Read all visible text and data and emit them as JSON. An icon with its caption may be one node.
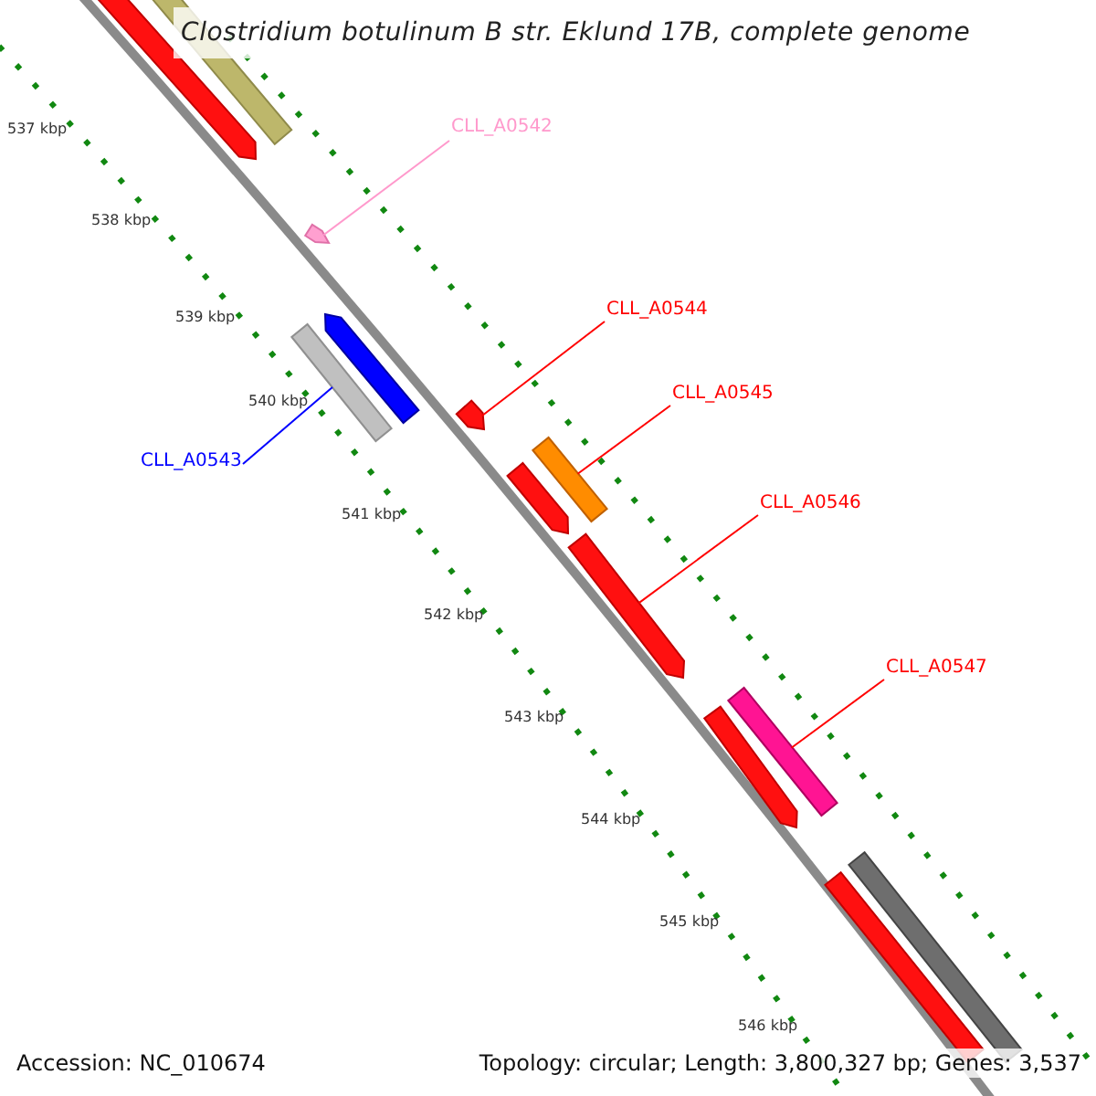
{
  "diagram": {
    "title": "Clostridium botulinum B str. Eklund 17B, complete genome",
    "nodes": [
      {
        "text": [
          "CLL_A0542"
        ]
      },
      {
        "text": [
          "CLL_A0543"
        ]
      },
      {
        "text": [
          "CLL_A0544"
        ]
      },
      {
        "text": [
          "CLL_A0545"
        ]
      },
      {
        "text": [
          "CLL_A0546"
        ]
      },
      {
        "text": [
          "CLL_A0547"
        ]
      },
      {
        "text": [],
        "shape": "arrow"
      },
      {
        "text": [],
        "shape": "bar"
      },
      {
        "text": [],
        "shape": "arrow"
      },
      {
        "text": [],
        "shape": "bar"
      },
      {
        "text": [],
        "shape": "arrow"
      },
      {
        "text": [],
        "shape": "arrow"
      },
      {
        "text": [],
        "shape": "bar"
      },
      {
        "text": [],
        "shape": "arrow"
      },
      {
        "text": [],
        "shape": "arrow"
      },
      {
        "text": [],
        "shape": "bar"
      },
      {
        "text": [],
        "shape": "arrow"
      },
      {
        "text": [],
        "shape": "bar"
      },
      {
        "text": [],
        "shape": "bar"
      }
    ],
    "edges": [
      {
        "from": 0,
        "to": 8,
        "arrow": "none",
        "color": "#ff99cc"
      },
      {
        "from": 1,
        "to": 9,
        "arrow": "none",
        "color": "#0000ff"
      },
      {
        "from": 2,
        "to": 11,
        "arrow": "none"
      },
      {
        "from": 3,
        "to": 12,
        "arrow": "none"
      },
      {
        "from": 4,
        "to": 14,
        "arrow": "none"
      },
      {
        "from": 5,
        "to": 15,
        "arrow": "none"
      }
    ],
    "labels": [
      "537 kbp",
      "538 kbp",
      "539 kbp",
      "540 kbp",
      "541 kbp",
      "542 kbp",
      "543 kbp",
      "544 kbp",
      "545 kbp",
      "546 kbp",
      "Accession: NC_010674",
      "Topology: circular; Length: 3,800,327 bp; Genes: 3,537"
    ]
  }
}
